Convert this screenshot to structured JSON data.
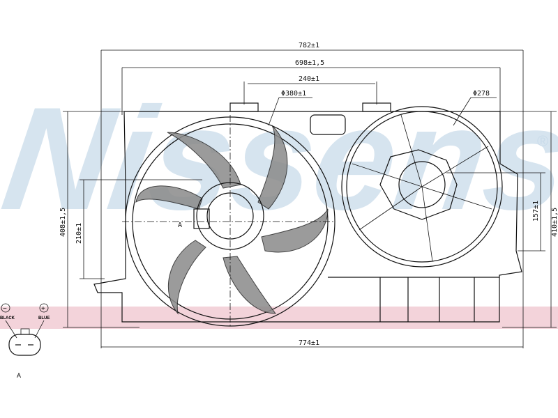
{
  "watermark": {
    "brand": "Nissens",
    "registered_mark": "®",
    "color": "#c9dbea",
    "stripe_color": "#f3d3da"
  },
  "dimensions": {
    "overall_width": "782±1",
    "frame_width": "698±1,5",
    "mount_spacing": "240±1",
    "left_fan_diameter": "Φ380±1",
    "right_fan_diameter": "Φ278",
    "left_height": "408±1,5",
    "motor_height": "210±1",
    "right_motor_height": "157±1",
    "right_height": "410±1,5",
    "bottom_width": "774±1"
  },
  "connector": {
    "minus_symbol": "−",
    "plus_symbol": "+",
    "minus_label": "BLACK",
    "plus_label": "BLUE",
    "view_label": "A"
  },
  "section_marker": "A"
}
